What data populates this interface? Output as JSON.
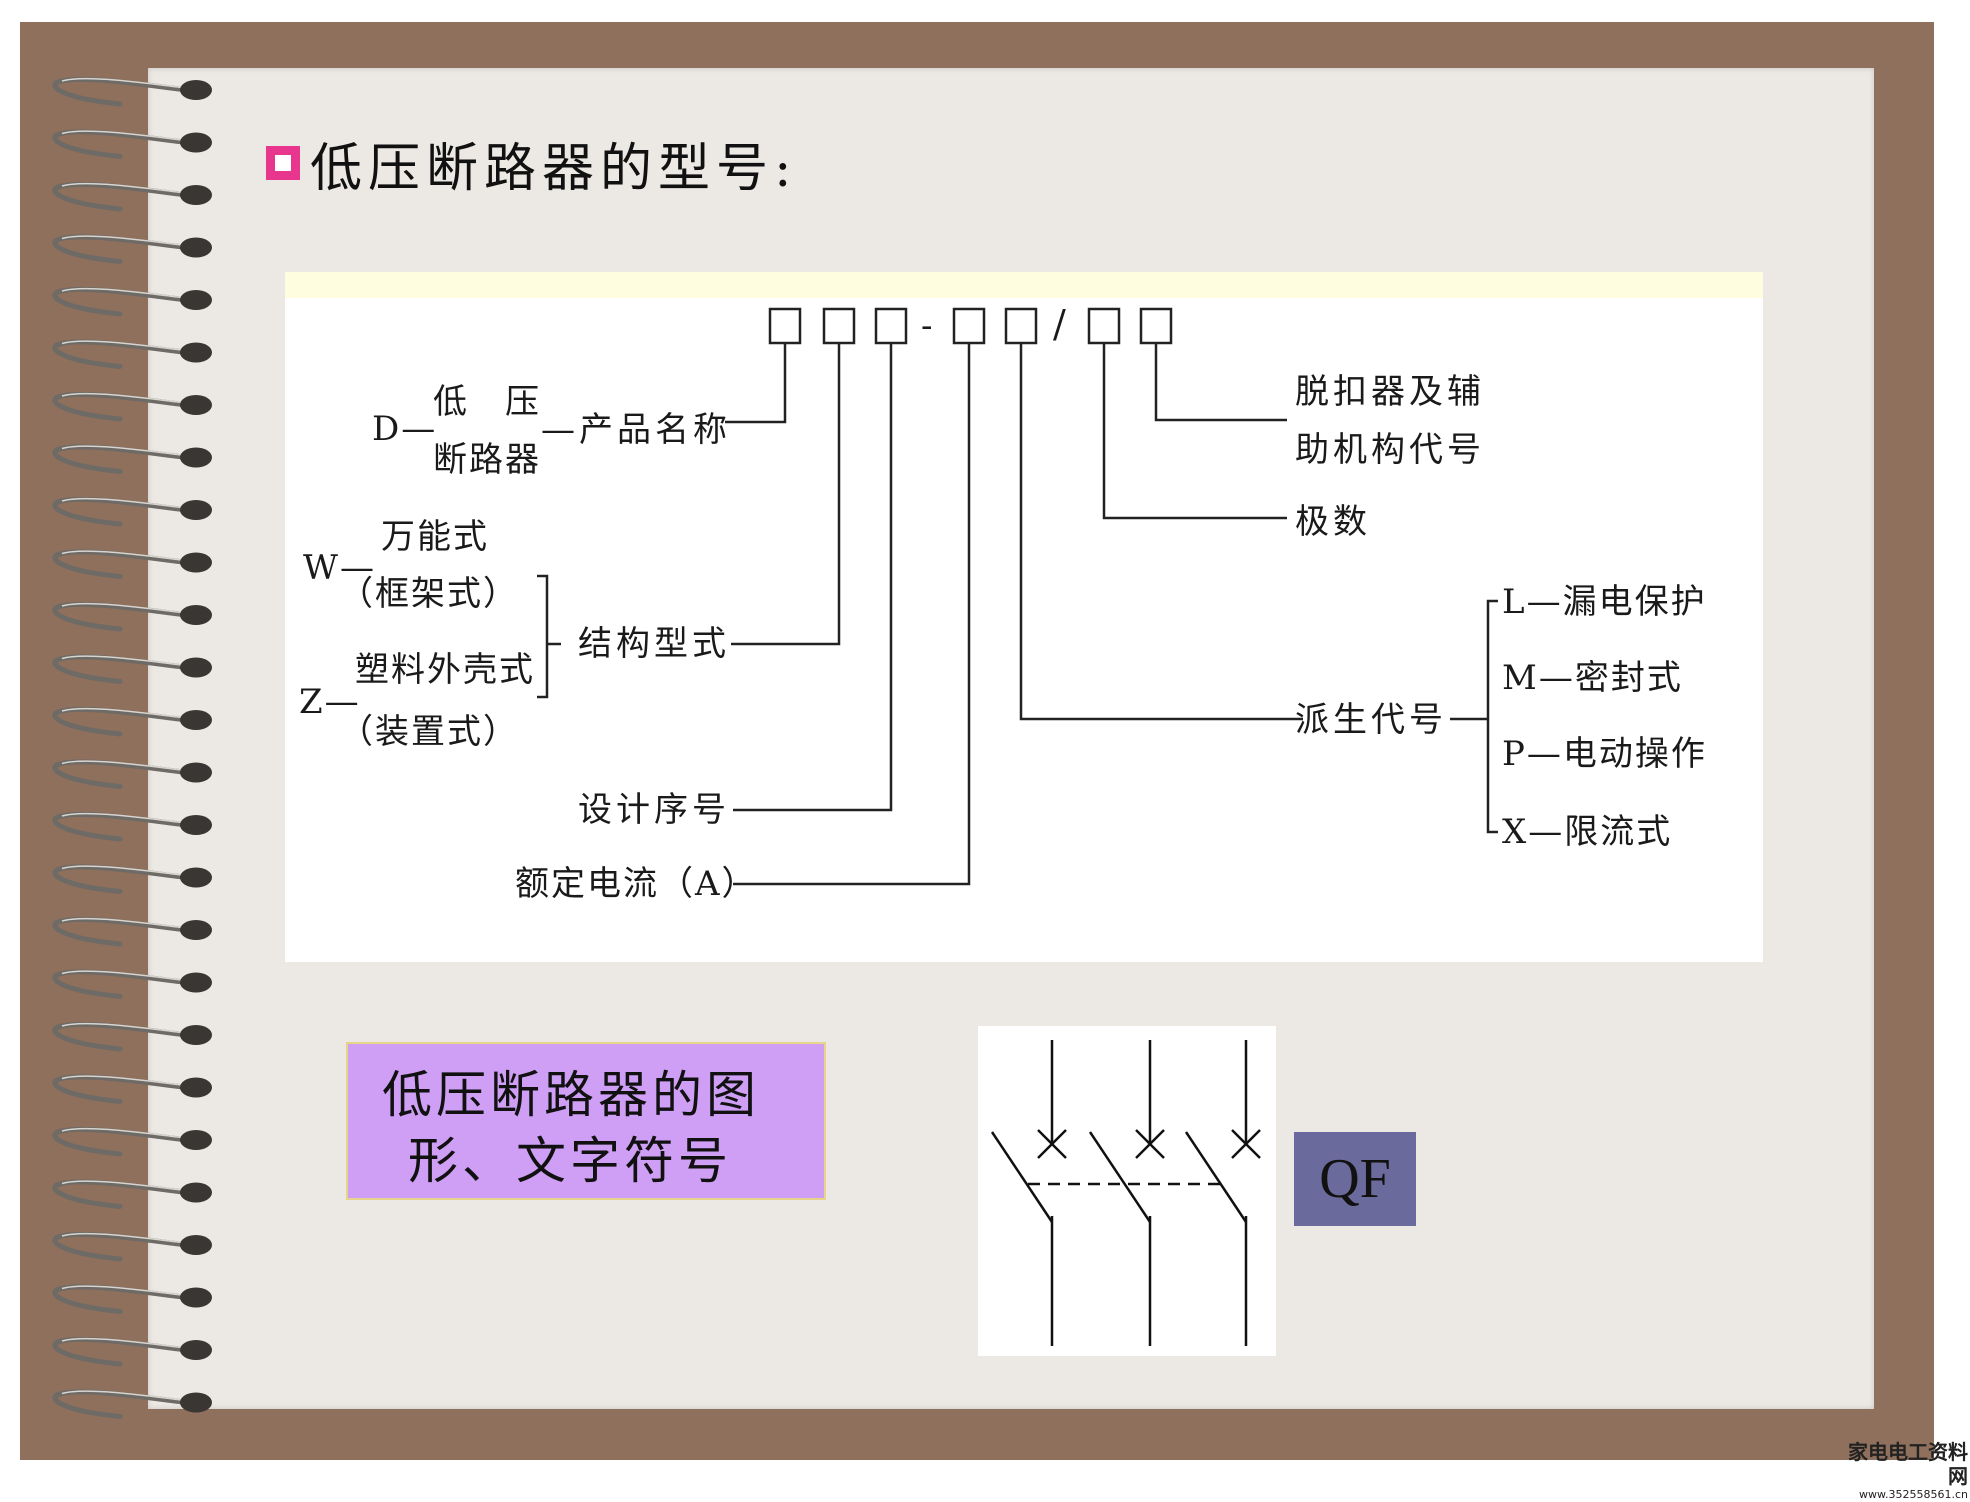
{
  "slide": {
    "title": "低压断路器的型号:",
    "symbol_caption_line1": "低压断路器的图",
    "symbol_caption_line2": "形、文字符号",
    "symbol_code": "QF"
  },
  "model_code": {
    "pattern_separators": [
      "-",
      "/"
    ],
    "product_name": {
      "code": "D—",
      "desc_line1": "低　压",
      "desc_line2": "断路器",
      "label": "—产品名称"
    },
    "structure": {
      "option_w_code": "W—",
      "option_w_line1": "万能式",
      "option_w_line2": "（框架式）",
      "option_z_code": "Z—",
      "option_z_line1": "塑料外壳式",
      "option_z_line2": "（装置式）",
      "label": "结构型式"
    },
    "design_number": {
      "label": "设计序号"
    },
    "rated_current": {
      "label": "额定电流（A）"
    },
    "derivative": {
      "label": "派生代号",
      "options": [
        "L—漏电保护",
        "M—密封式",
        "P—电动操作",
        "X—限流式"
      ]
    },
    "poles": {
      "label": "极数"
    },
    "release": {
      "label_line1": "脱扣器及辅",
      "label_line2": "助机构代号"
    }
  },
  "watermark": {
    "line1": "家电电工资料网",
    "line2": "www.352558561.cn"
  },
  "colors": {
    "frame": "#8f705c",
    "paper": "#ece8e3",
    "bullet": "#e8368f",
    "caption_box": "#cf9ff5",
    "code_box": "#6b6a9c"
  }
}
